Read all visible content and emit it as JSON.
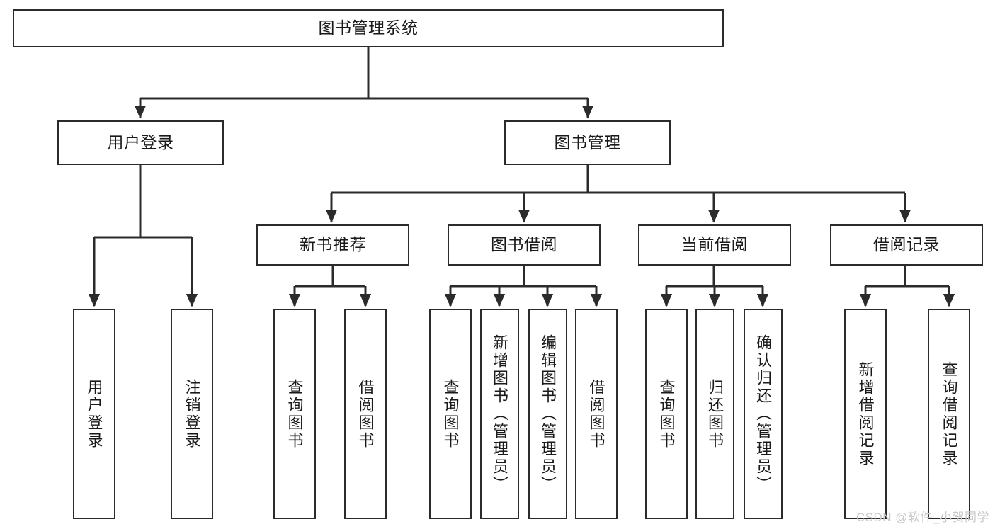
{
  "diagram": {
    "title": "图书管理系统",
    "type": "tree-hierarchy-diagram",
    "colors": {
      "box_border": "#2b2b2b",
      "box_fill": "#ffffff",
      "connector": "#2b2b2b",
      "text": "#1a1a1a",
      "watermark": "#c9c9c9",
      "background": "#ffffff"
    },
    "root": {
      "label": "图书管理系统"
    },
    "level2": [
      {
        "label": "用户登录"
      },
      {
        "label": "图书管理"
      }
    ],
    "level3": [
      {
        "label": "新书推荐"
      },
      {
        "label": "图书借阅"
      },
      {
        "label": "当前借阅"
      },
      {
        "label": "借阅记录"
      }
    ],
    "leaves": {
      "user_login": [
        {
          "label": "用户登录"
        },
        {
          "label": "注销登录"
        }
      ],
      "new_book_recommend": [
        {
          "label": "查询图书"
        },
        {
          "label": "借阅图书"
        }
      ],
      "book_borrow": [
        {
          "label": "查询图书"
        },
        {
          "label": "新增图书（管理员）"
        },
        {
          "label": "编辑图书（管理员）"
        },
        {
          "label": "借阅图书"
        }
      ],
      "current_borrow": [
        {
          "label": "查询图书"
        },
        {
          "label": "归还图书"
        },
        {
          "label": "确认归还（管理员）"
        }
      ],
      "borrow_record": [
        {
          "label": "新增借阅记录"
        },
        {
          "label": "查询借阅记录"
        }
      ]
    }
  },
  "watermark": {
    "text": "CSDN @软件_小贺同学"
  }
}
